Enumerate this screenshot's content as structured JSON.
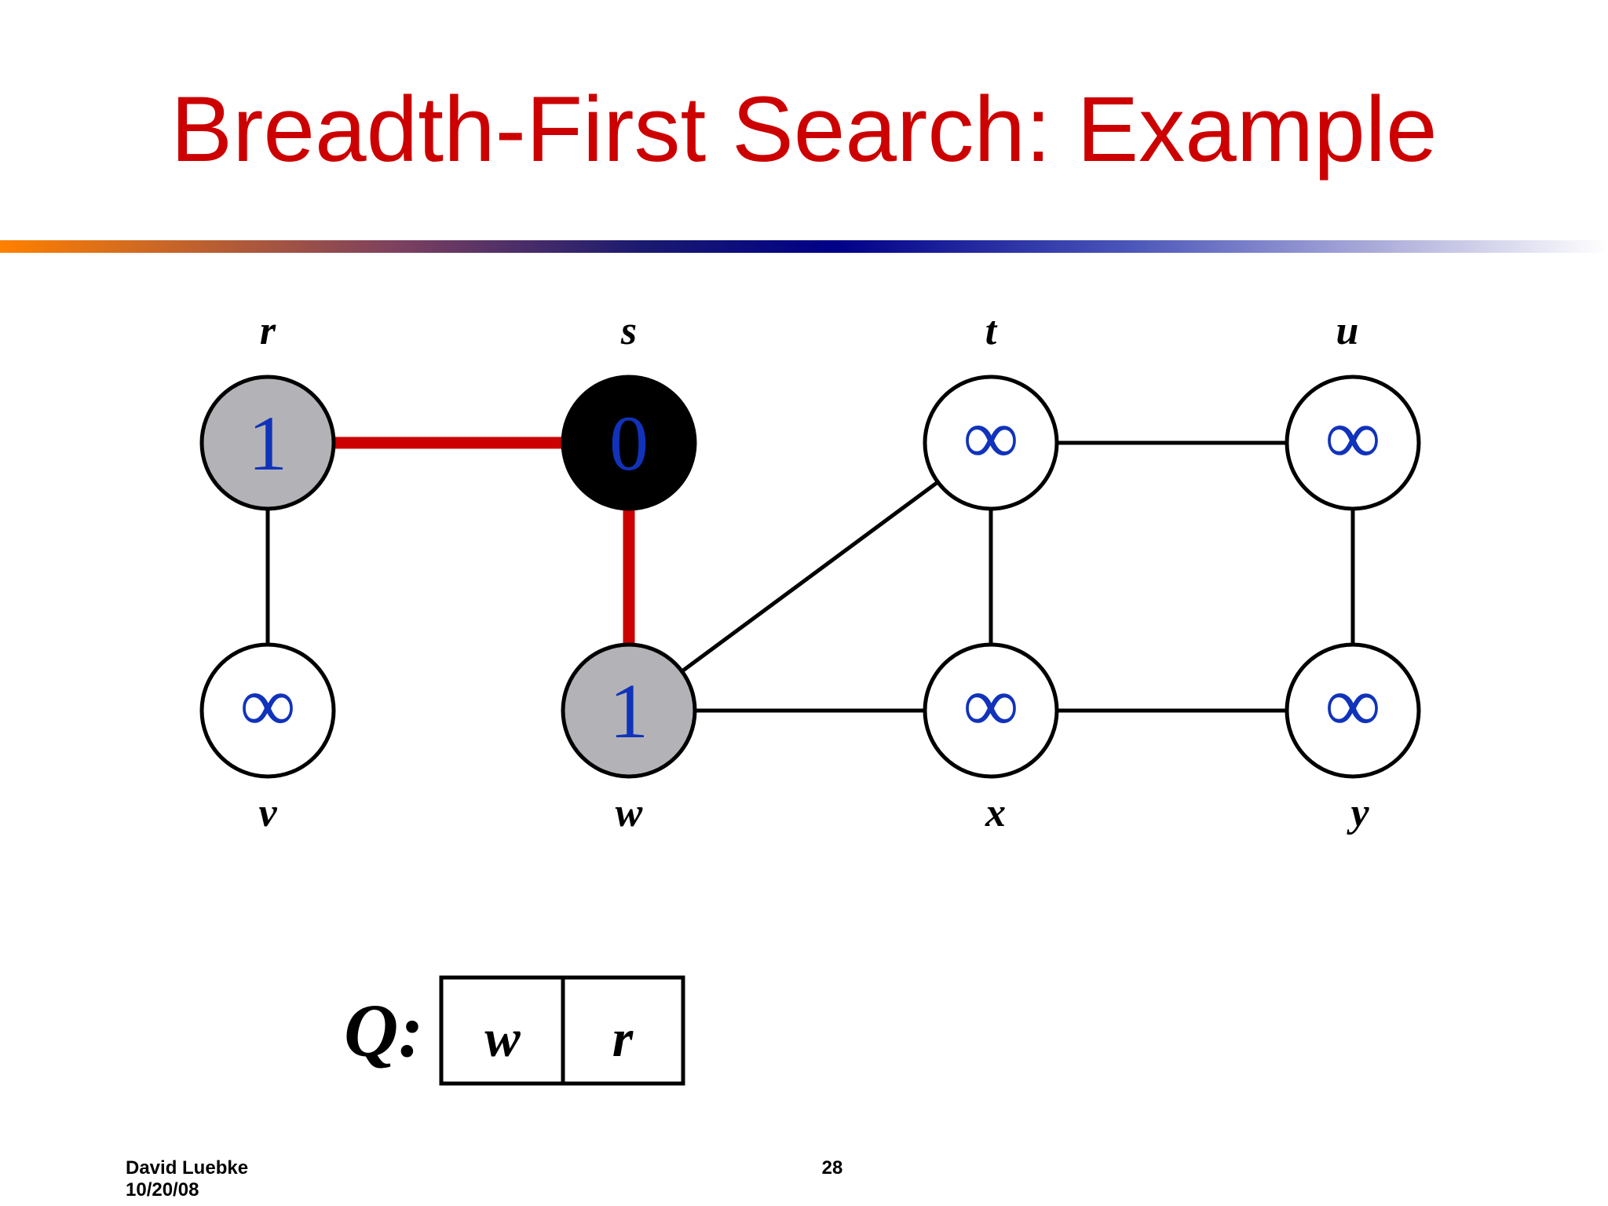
{
  "slide": {
    "title": "Breadth-First Search: Example",
    "author": "David Luebke",
    "date": "10/20/08",
    "page_number": "28"
  },
  "graph": {
    "nodes": [
      {
        "id": "r",
        "label": "r",
        "value": "1",
        "state": "gray"
      },
      {
        "id": "s",
        "label": "s",
        "value": "0",
        "state": "black"
      },
      {
        "id": "t",
        "label": "t",
        "value": "∞",
        "state": "white"
      },
      {
        "id": "u",
        "label": "u",
        "value": "∞",
        "state": "white"
      },
      {
        "id": "v",
        "label": "v",
        "value": "∞",
        "state": "white"
      },
      {
        "id": "w",
        "label": "w",
        "value": "1",
        "state": "gray"
      },
      {
        "id": "x",
        "label": "x",
        "value": "∞",
        "state": "white"
      },
      {
        "id": "y",
        "label": "y",
        "value": "∞",
        "state": "white"
      }
    ],
    "edges": [
      {
        "from": "r",
        "to": "s",
        "tree_edge": true
      },
      {
        "from": "s",
        "to": "w",
        "tree_edge": true
      },
      {
        "from": "r",
        "to": "v",
        "tree_edge": false
      },
      {
        "from": "w",
        "to": "t",
        "tree_edge": false
      },
      {
        "from": "w",
        "to": "x",
        "tree_edge": false
      },
      {
        "from": "t",
        "to": "u",
        "tree_edge": false
      },
      {
        "from": "t",
        "to": "x",
        "tree_edge": false
      },
      {
        "from": "u",
        "to": "y",
        "tree_edge": false
      },
      {
        "from": "x",
        "to": "y",
        "tree_edge": false
      }
    ],
    "colors": {
      "gray_fill": "#b3b2b6",
      "black_fill": "#000000",
      "white_fill": "#ffffff",
      "tree_edge": "#cc0000",
      "edge": "#000000",
      "value_text": "#1133bb"
    }
  },
  "queue": {
    "label": "Q:",
    "items": [
      "w",
      "r"
    ]
  }
}
